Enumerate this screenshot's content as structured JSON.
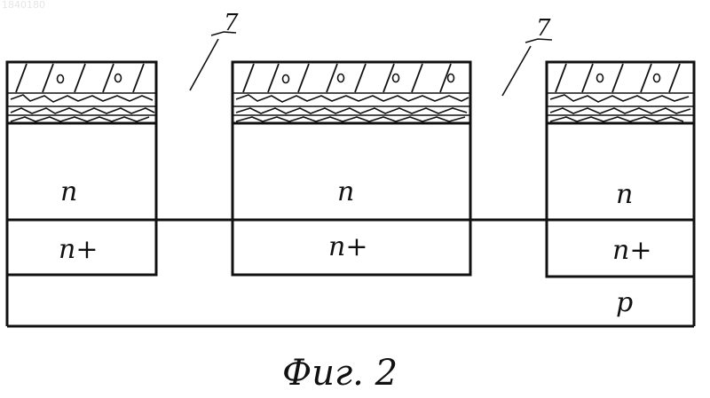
{
  "document_id": "1840180",
  "figure_caption": "Фиг. 2",
  "callout_label": "7",
  "mesas": [
    {
      "n_label": "n",
      "nplus_label": "n+"
    },
    {
      "n_label": "n",
      "nplus_label": "n+"
    },
    {
      "n_label": "n",
      "nplus_label": "n+"
    }
  ],
  "substrate_label": "p"
}
